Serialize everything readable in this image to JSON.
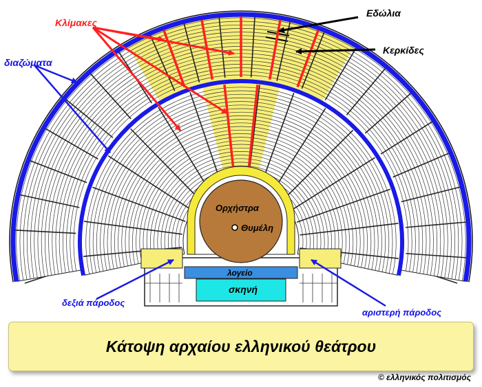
{
  "labels": {
    "klimakes": "Κλίμακες",
    "edolia": "Εδώλια",
    "kerkides": "Κερκίδες",
    "diazomata": "διαζώματα",
    "orchistra": "Ορχήστρα",
    "thymeli": "Θυμέλη",
    "logeio": "λογείο",
    "skini": "σκηνή",
    "dexia_parodos": "δεξιά πάροδος",
    "aristeri_parodos": "αριστερή πάροδος"
  },
  "title": "Κάτοψη αρχαίου ελληνικού θεάτρου",
  "copyright": "© ελληνικός πολιτισμός",
  "colors": {
    "seating_yellow": "#f7ee7a",
    "diazoma_blue": "#1a1ae6",
    "stair_red": "#ff2020",
    "orchestra": "#b87a3a",
    "orchestra_ring": "#f5ea3a",
    "logeio": "#3a8fe0",
    "skini": "#1fe6e6",
    "title_bg": "#fbf5a3"
  }
}
